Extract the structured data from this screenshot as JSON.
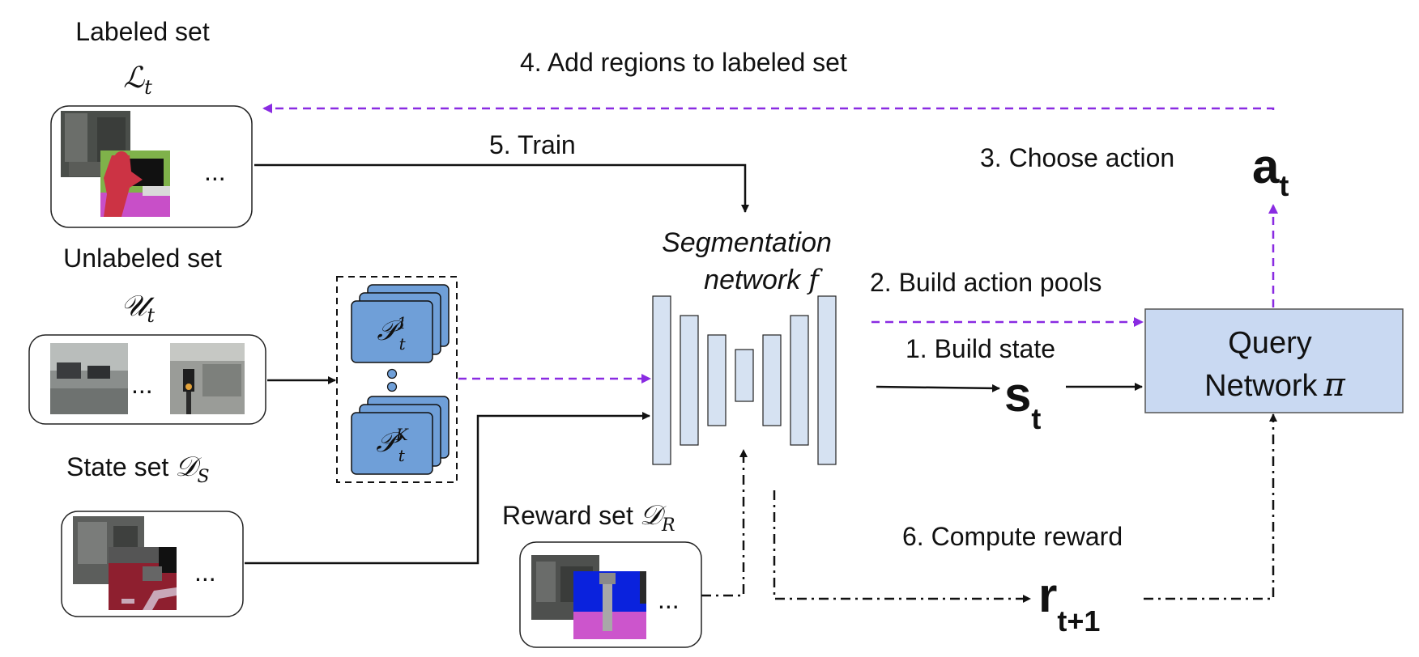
{
  "sets": {
    "labeled": {
      "title": "Labeled set",
      "symbol": "ℒ",
      "sub": "t",
      "ellipsis": "..."
    },
    "unlabeled": {
      "title": "Unlabeled set",
      "symbol": "𝒰",
      "sub": "t",
      "ellipsis": "..."
    },
    "state": {
      "title": "State set",
      "symbol": "𝒟",
      "sub": "S",
      "ellipsis": "..."
    },
    "reward": {
      "title": "Reward set",
      "symbol": "𝒟",
      "sub": "R",
      "ellipsis": "..."
    }
  },
  "pools": {
    "top": {
      "symbol": "𝒫",
      "sub": "t",
      "sup": "1"
    },
    "bottom": {
      "symbol": "𝒫",
      "sub": "t",
      "sup": "K"
    }
  },
  "network": {
    "line1": "Segmentation",
    "line2": "network",
    "symbol": "f"
  },
  "query": {
    "line1": "Query",
    "line2": "Network",
    "symbol": "π"
  },
  "steps": {
    "s1": "1.  Build state",
    "s2": "2.  Build action pools",
    "s3": "3.  Choose action",
    "s4": "4.  Add regions to labeled set",
    "s5": "5.  Train",
    "s6": "6.  Compute reward"
  },
  "variables": {
    "state": {
      "main": "s",
      "sub": "t"
    },
    "action": {
      "main": "a",
      "sub": "t"
    },
    "reward": {
      "main": "r",
      "sub": "t+1"
    }
  },
  "colors": {
    "purple": "#8a2be2",
    "net_fill": "#d6e2f2",
    "pool_fill": "#6f9fd8",
    "query_fill": "#c9d9f2"
  }
}
